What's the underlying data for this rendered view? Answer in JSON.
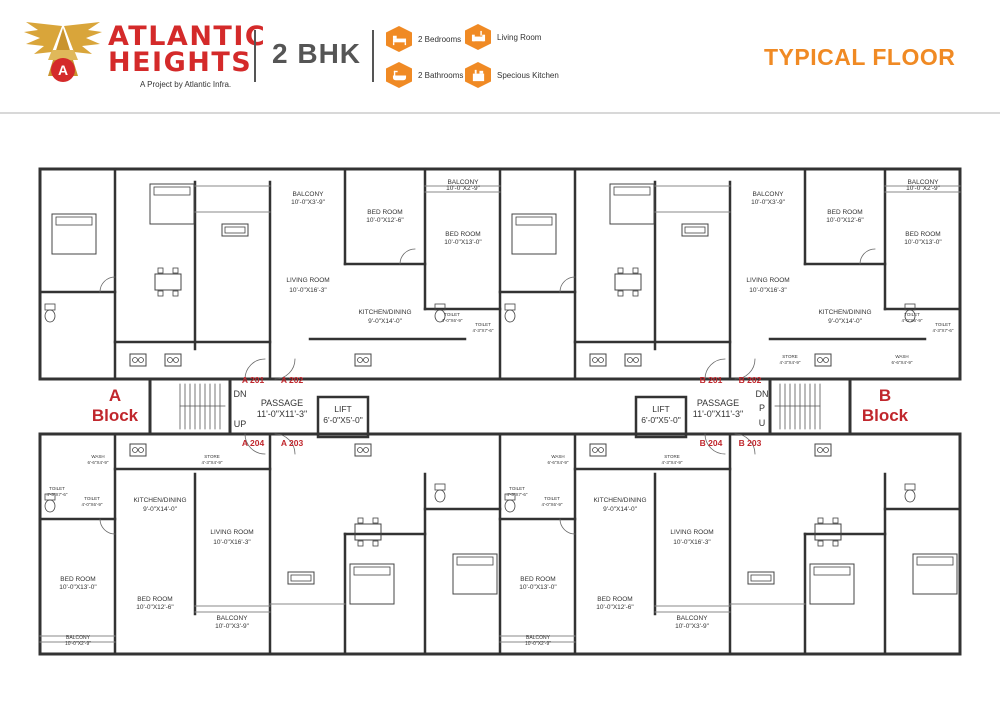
{
  "brand": {
    "line1": "ATLANTIC",
    "line2": "HEIGHTS",
    "tagline": "A Project by Atlantic Infra.",
    "logo_letter": "A"
  },
  "header": {
    "bhk": "2 BHK",
    "floor_title": "TYPICAL FLOOR"
  },
  "features": [
    {
      "label": "2 Bedrooms",
      "icon": "bed-icon"
    },
    {
      "label": "Living Room",
      "icon": "sofa-icon"
    },
    {
      "label": "2 Bathrooms",
      "icon": "bathtub-icon"
    },
    {
      "label": "Specious Kitchen",
      "icon": "kitchen-icon"
    }
  ],
  "colors": {
    "accent": "#f08a24",
    "brand_red": "#d42a2a",
    "wall": "#333333",
    "unit_label": "#c0272d"
  },
  "rooms": {
    "balcony_small": "BALCONY",
    "balcony_small_dim": "10'-0\"X3'-9\"",
    "balcony_tiny_dim": "10'-0\"X2'-9\"",
    "bed1": "BED ROOM",
    "bed1_dim": "10'-0\"X12'-6\"",
    "bed2": "BED ROOM",
    "bed2_dim": "10'-0\"X13'-0\"",
    "living": "LIVING ROOM",
    "living_dim": "10'-0\"X16'-3\"",
    "kitchen": "KITCHEN/DINING",
    "kitchen_dim": "9'-0\"X14'-0\"",
    "toilet": "TOILET",
    "toilet_dim1": "4'-0\"X6'-9\"",
    "toilet_dim2": "4'-3\"X7'-6\"",
    "store": "STORE",
    "store_dim": "4'-3\"X4'-9\"",
    "wash": "WASH",
    "wash_dim": "6'-6\"X4'-9\""
  },
  "core": {
    "passage": "PASSAGE",
    "passage_dim": "11'-0\"X11'-3\"",
    "lift": "LIFT",
    "lift_dim": "6'-0\"X5'-0\"",
    "dn": "DN",
    "up": "UP",
    "b_dn": "DN",
    "b_p": "P",
    "b_u": "U"
  },
  "blocks": {
    "a_line1": "A",
    "a_line2": "Block",
    "b_line1": "B",
    "b_line2": "Block"
  },
  "units": {
    "a201": "A 201",
    "a202": "A 202",
    "a203": "A 203",
    "a204": "A 204",
    "b201": "B 201",
    "b202": "B 202",
    "b203": "B 203",
    "b204": "B 204"
  }
}
